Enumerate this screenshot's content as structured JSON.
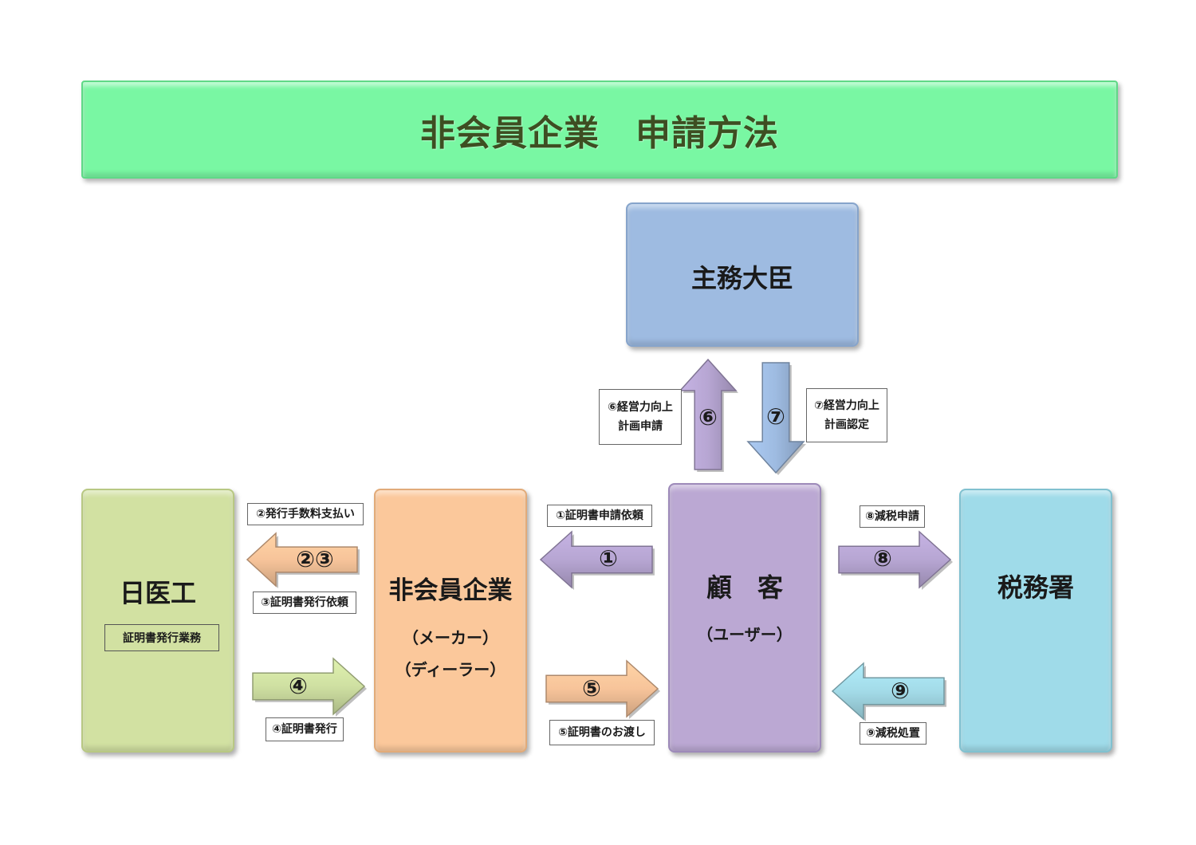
{
  "title": "非会員企業　申請方法",
  "nodes": {
    "minister": {
      "name": "主務大臣"
    },
    "nichiiko": {
      "name": "日医工",
      "inner_label": "証明書発行業務"
    },
    "hikaiin": {
      "name": "非会員企業",
      "sub1": "（メーカー）",
      "sub2": "（ディーラー）"
    },
    "customer": {
      "name": "顧　客",
      "sub1": "（ユーザー）"
    },
    "tax": {
      "name": "税務署"
    }
  },
  "arrows": {
    "a1": {
      "num": "①",
      "color": "#b7a6d3"
    },
    "a23": {
      "num": "②③",
      "color": "#f7c49a"
    },
    "a4": {
      "num": "④",
      "color": "#cfe0a2"
    },
    "a5": {
      "num": "⑤",
      "color": "#f7c49a"
    },
    "a6": {
      "num": "⑥",
      "color": "#b7a6d3"
    },
    "a7": {
      "num": "⑦",
      "color": "#9ebbe1"
    },
    "a8": {
      "num": "⑧",
      "color": "#b7a6d3"
    },
    "a9": {
      "num": "⑨",
      "color": "#a3dbe8"
    }
  },
  "labels": {
    "l1": "①証明書申請依頼",
    "l2": "②発行手数料支払い",
    "l3": "③証明書発行依頼",
    "l4": "④証明書発行",
    "l5": "⑤証明書のお渡し",
    "l6_line1": "⑥経営力向上",
    "l6_line2": "計画申請",
    "l7_line1": "⑦経営力向上",
    "l7_line2": "計画認定",
    "l8": "⑧減税申請",
    "l9": "⑨減税処置"
  }
}
